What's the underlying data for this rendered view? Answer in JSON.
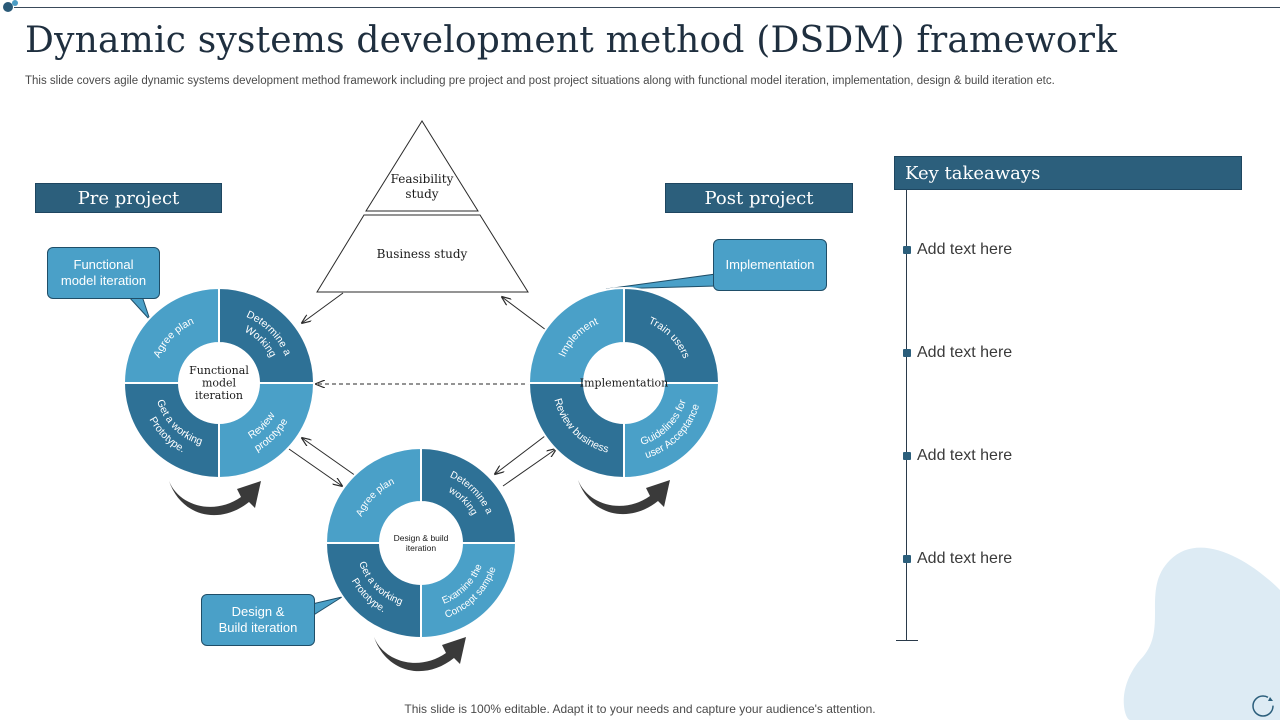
{
  "slide": {
    "title": "Dynamic systems development method (DSDM) framework",
    "subtitle": "This slide covers agile dynamic systems development method framework including pre project and post project situations along with functional model iteration, implementation, design & build iteration etc.",
    "footer": "This slide is 100% editable. Adapt it to your needs and capture your audience's attention."
  },
  "banners": {
    "pre_project": "Pre project",
    "post_project": "Post project"
  },
  "pyramid": {
    "top": [
      "Feasibility",
      "study"
    ],
    "bottom": "Business  study"
  },
  "callouts": {
    "functional": [
      "Functional",
      "model iteration"
    ],
    "implementation": "Implementation",
    "design_build": [
      "Design &",
      "Build iteration"
    ]
  },
  "cycles": {
    "functional": {
      "center": [
        "Functional",
        "model",
        "iteration"
      ],
      "segments": [
        "Agree plan",
        "Determine a Working prototype",
        "Review prototype",
        "Get a working Prototype."
      ]
    },
    "implementation": {
      "center": "Implementation",
      "segments": [
        "Implement",
        "Train users",
        "Guidelines for user Acceptance",
        "Review business"
      ]
    },
    "design": {
      "center": [
        "Design & build",
        "iteration"
      ],
      "segments": [
        "Agree plan",
        "Determine a working Prototype",
        "Examine the Concept sample",
        "Get a working Prototype."
      ]
    }
  },
  "key_takeaways": {
    "header": "Key takeaways",
    "items": [
      "Add text here",
      "Add text here",
      "Add text here",
      "Add text here"
    ]
  },
  "colors": {
    "dark_blue": "#2c5f7c",
    "segment_light": "#4aa0c8",
    "segment_dark": "#2e7196",
    "blob": "#ddebf4"
  }
}
